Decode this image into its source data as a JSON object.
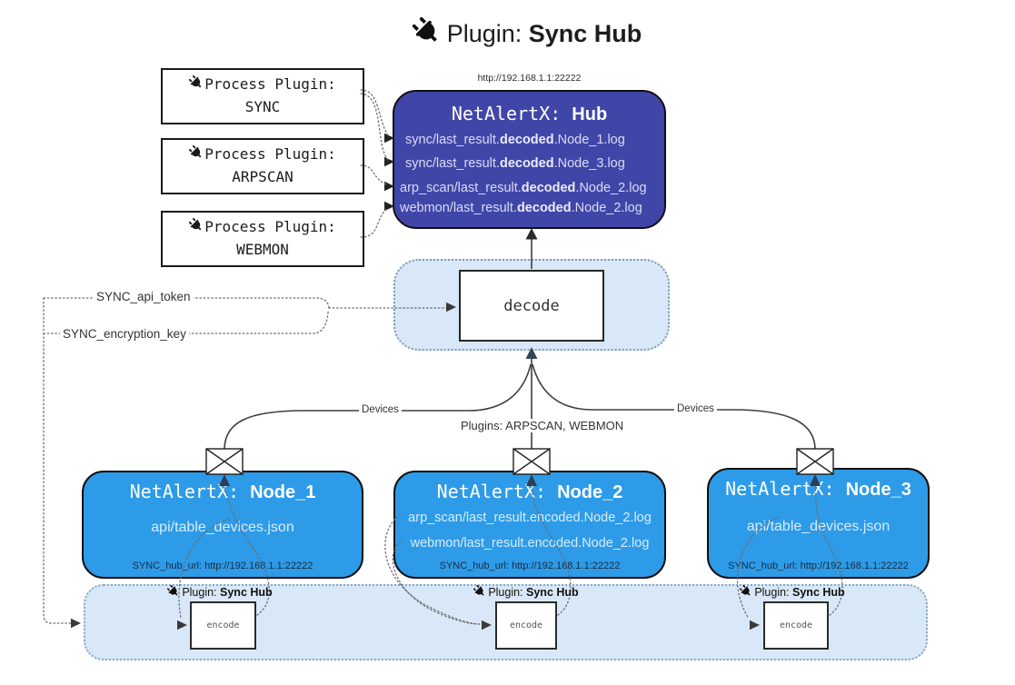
{
  "title": {
    "prefix": "Plugin: ",
    "bold": "Sync Hub"
  },
  "hub": {
    "url": "http://192.168.1.1:22222",
    "title_prefix": "NetAlertX: ",
    "title_bold": "Hub",
    "logs": [
      {
        "pre": "sync/last_result.",
        "bold": "decoded",
        "post": ".Node_1.log"
      },
      {
        "pre": "sync/last_result.",
        "bold": "decoded",
        "post": ".Node_3.log"
      },
      {
        "pre": "arp_scan/last_result.",
        "bold": "decoded",
        "post": ".Node_2.log"
      },
      {
        "pre": "webmon/last_result.",
        "bold": "decoded",
        "post": ".Node_2.log"
      }
    ]
  },
  "process_plugins": [
    {
      "label": "Process Plugin:",
      "name": "SYNC"
    },
    {
      "label": "Process Plugin:",
      "name": "ARPSCAN"
    },
    {
      "label": "Process Plugin:",
      "name": "WEBMON"
    }
  ],
  "decode": {
    "label": "decode"
  },
  "labels": {
    "sync_api_token": "SYNC_api_token",
    "sync_encryption_key": "SYNC_encryption_key",
    "devices_left": "Devices",
    "devices_right": "Devices",
    "plugins_line": "Plugins: ARPSCAN, WEBMON"
  },
  "nodes": [
    {
      "title_prefix": "NetAlertX: ",
      "title_bold": "Node_1",
      "lines": [
        "api/table_devices.json"
      ],
      "hub_url": "SYNC_hub_url: http://192.168.1.1:22222"
    },
    {
      "title_prefix": "NetAlertX: ",
      "title_bold": "Node_2",
      "lines": [
        "arp_scan/last_result.encoded.Node_2.log",
        "webmon/last_result.encoded.Node_2.log"
      ],
      "hub_url": "SYNC_hub_url: http://192.168.1.1:22222"
    },
    {
      "title_prefix": "NetAlertX: ",
      "title_bold": "Node_3",
      "lines": [
        "api/table_devices.json"
      ],
      "hub_url": "SYNC_hub_url: http://192.168.1.1:22222"
    }
  ],
  "encoder": {
    "label_prefix": "Plugin: ",
    "label_bold": "Sync Hub",
    "box_label": "encode"
  },
  "colors": {
    "hub": "#4046A8",
    "node": "#2D9BE8",
    "container_fill": "#D9E8F8",
    "container_border": "#8BA6BF",
    "line": "#3D3D3D",
    "dark_arrow": "#2D4257"
  }
}
